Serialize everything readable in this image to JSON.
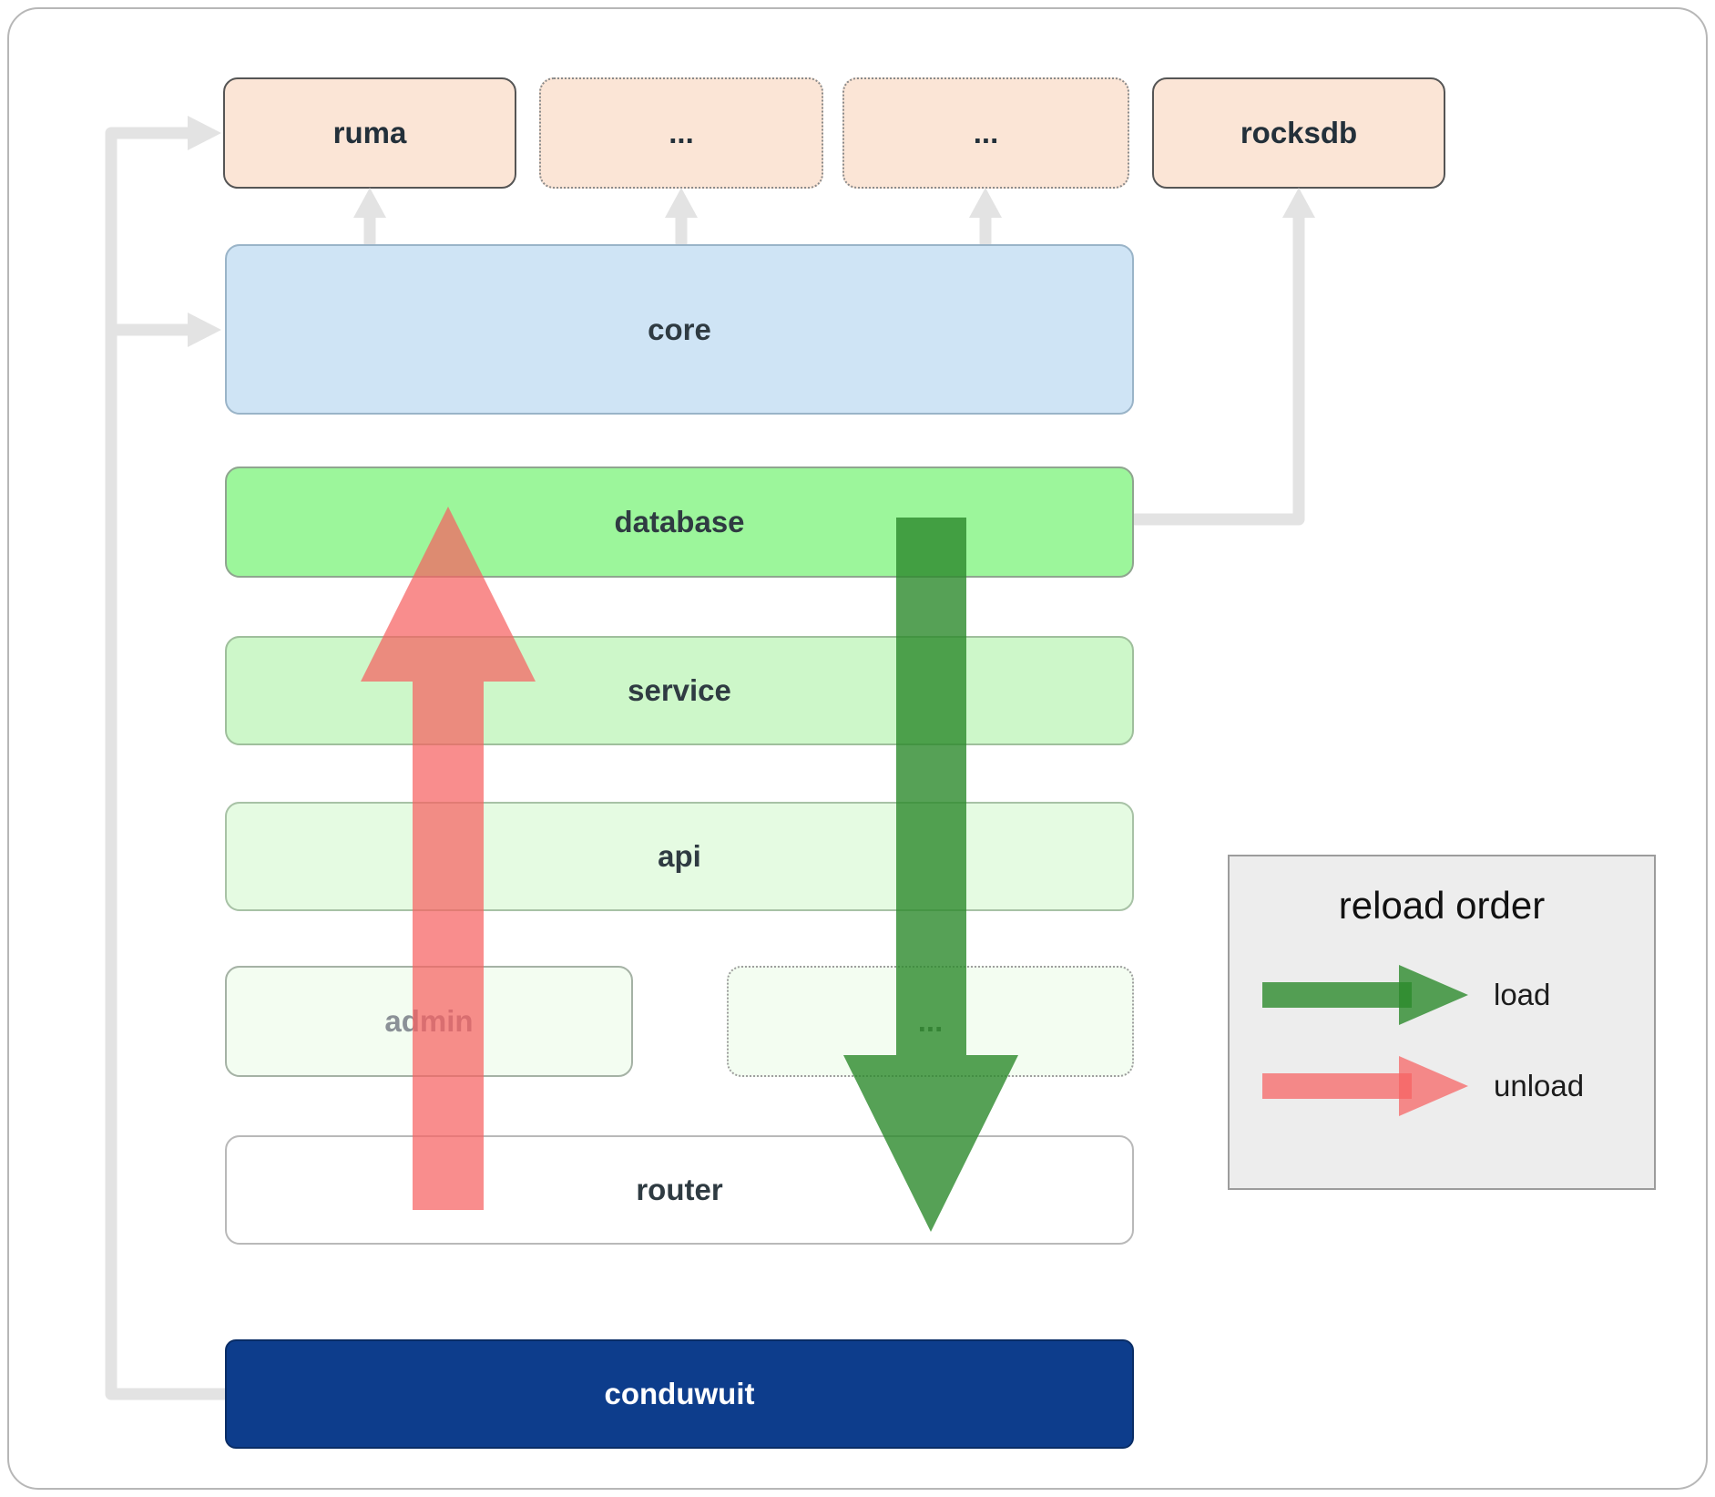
{
  "boxes": {
    "ruma": {
      "label": "ruma"
    },
    "ext1": {
      "label": "..."
    },
    "ext2": {
      "label": "..."
    },
    "rocksdb": {
      "label": "rocksdb"
    },
    "core": {
      "label": "core"
    },
    "database": {
      "label": "database"
    },
    "service": {
      "label": "service"
    },
    "api": {
      "label": "api"
    },
    "admin": {
      "label": "admin"
    },
    "ext3": {
      "label": "..."
    },
    "router": {
      "label": "router"
    },
    "conduwuit": {
      "label": "conduwuit"
    }
  },
  "legend": {
    "title": "reload order",
    "items": [
      {
        "label": "load",
        "color": "#2c8a2c"
      },
      {
        "label": "unload",
        "color": "#f66161"
      }
    ]
  },
  "colors": {
    "external_box": "#fbe5d6",
    "core_box": "#cfe4f5",
    "database_box": "#9cf69b",
    "service_box": "#cdf7c9",
    "api_box": "#e5fbe2",
    "admin_box": "#f3fdf1",
    "router_box": "#ffffff",
    "conduwuit_box": "#0d3d8c",
    "connector": "#e3e3e3",
    "load_arrow": "#2c8a2c",
    "unload_arrow": "#f66161"
  }
}
